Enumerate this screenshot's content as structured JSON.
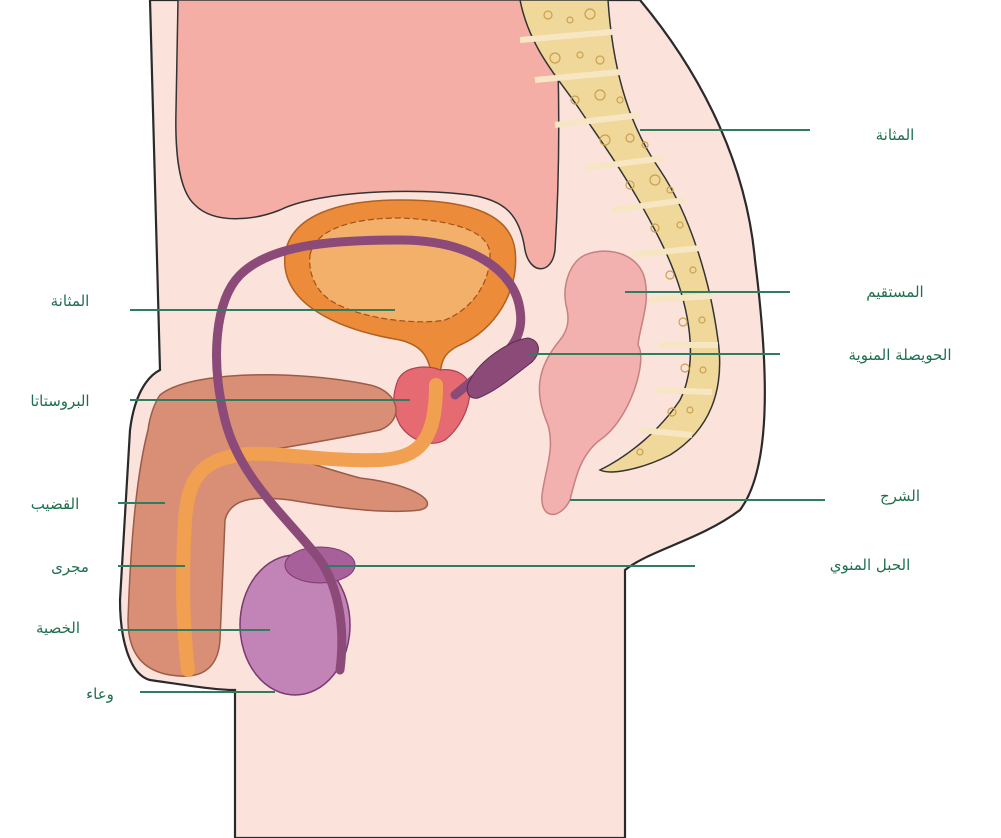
{
  "colors": {
    "skin": "#fbe3dc",
    "muscle": "#f4aea5",
    "bladder": "#ec8c3a",
    "bladder_light": "#f3b06a",
    "penis_tissue": "#d98f75",
    "urethra": "#f0a050",
    "duct": "#8c4a78",
    "testis": "#c283b6",
    "rectum": "#f2b0ae",
    "bone": "#f0d89a",
    "bone_spots": "#e0b860",
    "prostate": "#e66a72",
    "label_text": "#1f6f4e",
    "leader": "#2e7d5e"
  },
  "labels": {
    "bladder_right": "المثانة",
    "rectum": "المستقيم",
    "seminal_vesicle": "الحويصلة المنوية",
    "anus": "الشرج",
    "spermatic_cord": "الحبل المنوي",
    "bladder_left": "المثانة",
    "prostate": "البروستاتا",
    "penis": "القضيب",
    "urethra": "مجرى",
    "testis": "الخصية",
    "scrotum": "وعاء"
  }
}
